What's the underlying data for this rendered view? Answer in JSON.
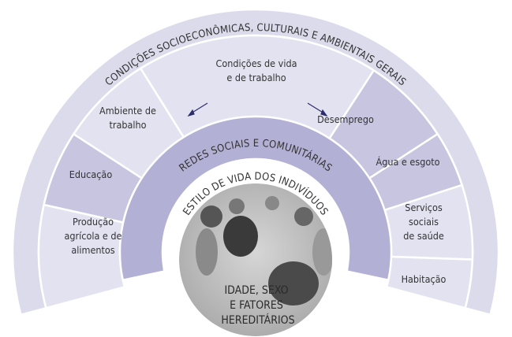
{
  "outer_band": {
    "label": "CONDIÇÕES SOCIOECONÔMICAS, CULTURAIS E AMBIENTAIS GERAIS"
  },
  "segments": [
    {
      "label": [
        "Produção",
        "agrícola e de",
        "alimentos"
      ],
      "shade": "light"
    },
    {
      "label": [
        "Educação"
      ],
      "shade": "dark"
    },
    {
      "label": [
        "Ambiente de",
        "trabalho"
      ],
      "shade": "light"
    },
    {
      "label": [
        "Condições de vida",
        "e de trabalho"
      ],
      "shade": "light"
    },
    {
      "label": [
        "Desemprego"
      ],
      "shade": "dark"
    },
    {
      "label": [
        "Água e esgoto"
      ],
      "shade": "dark"
    },
    {
      "label": [
        "Serviços",
        "sociais",
        "de saúde"
      ],
      "shade": "light"
    },
    {
      "label": [
        "Habitação"
      ],
      "shade": "light"
    }
  ],
  "social_band": {
    "label": "REDES SOCIAIS E COMUNITÁRIAS"
  },
  "lifestyle_band": {
    "label": "ESTILO DE VIDA DOS INDIVÍDUOS"
  },
  "core": {
    "label": [
      "IDADE, SEXO",
      "E FATORES",
      "HEREDITÁRIOS"
    ]
  },
  "colors": {
    "outer": "#dcdbec",
    "light": "#e3e2f0",
    "dark": "#c7c5df",
    "social": "#b3b0d5",
    "divider": "#ffffff",
    "text": "#333333"
  }
}
